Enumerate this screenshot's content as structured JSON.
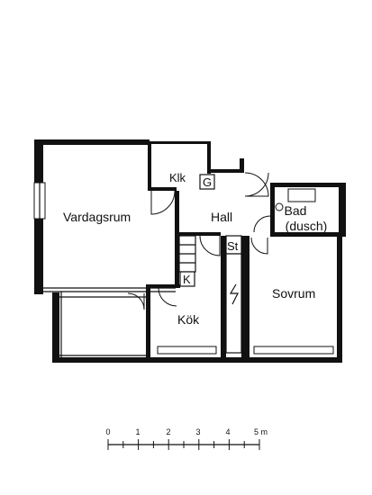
{
  "rooms": {
    "vardagsrum": "Vardagsrum",
    "klk": "Klk",
    "g": "G",
    "hall": "Hall",
    "bad_line1": "Bad",
    "bad_line2": "(dusch)",
    "st": "St",
    "k": "K",
    "kok": "Kök",
    "sovrum": "Sovrum"
  },
  "scale": {
    "ticks": [
      "0",
      "1",
      "2",
      "3",
      "4"
    ],
    "last_tick": "5 m"
  }
}
